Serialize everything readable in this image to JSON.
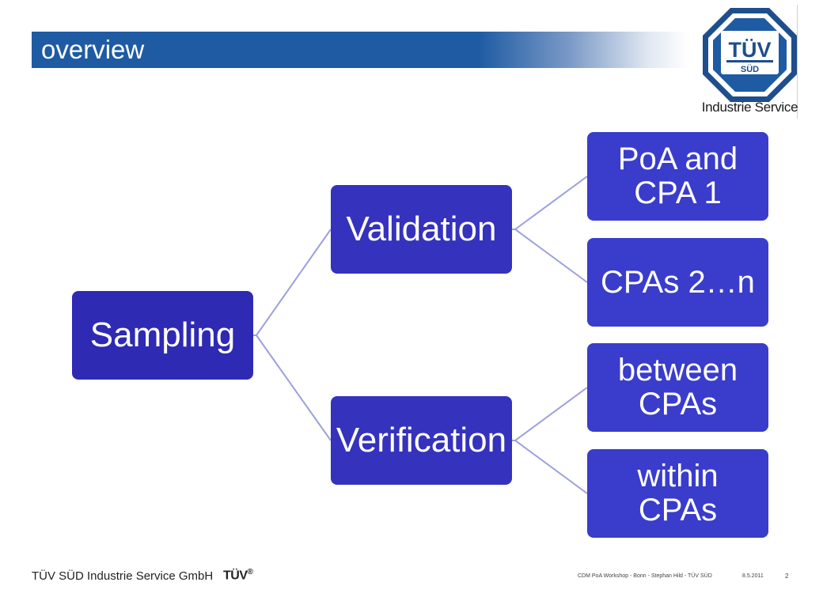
{
  "header": {
    "title": "overview",
    "logo_wordmark": "TÜV",
    "logo_sub": "SÜD",
    "logo_caption": "Industrie Service",
    "brand_color": "#1e5ba3"
  },
  "diagram": {
    "node_colors": [
      "#2e2ab3",
      "#3532bd",
      "#3a3ccb"
    ],
    "connector_color": "#9b9fdc",
    "root": "Sampling",
    "branches": [
      {
        "label": "Validation",
        "children": [
          "PoA and\nCPA 1",
          "CPAs 2…n"
        ]
      },
      {
        "label": "Verification",
        "children": [
          "between\nCPAs",
          "within\nCPAs"
        ]
      }
    ]
  },
  "footer": {
    "company": "TÜV SÜD Industrie Service GmbH",
    "mark": "TÜV",
    "registered": "®",
    "event": "CDM PoA Workshop - Bonn - Stephan Hild - TÜV SÜD",
    "date": "8.5.2011",
    "page": "2"
  }
}
